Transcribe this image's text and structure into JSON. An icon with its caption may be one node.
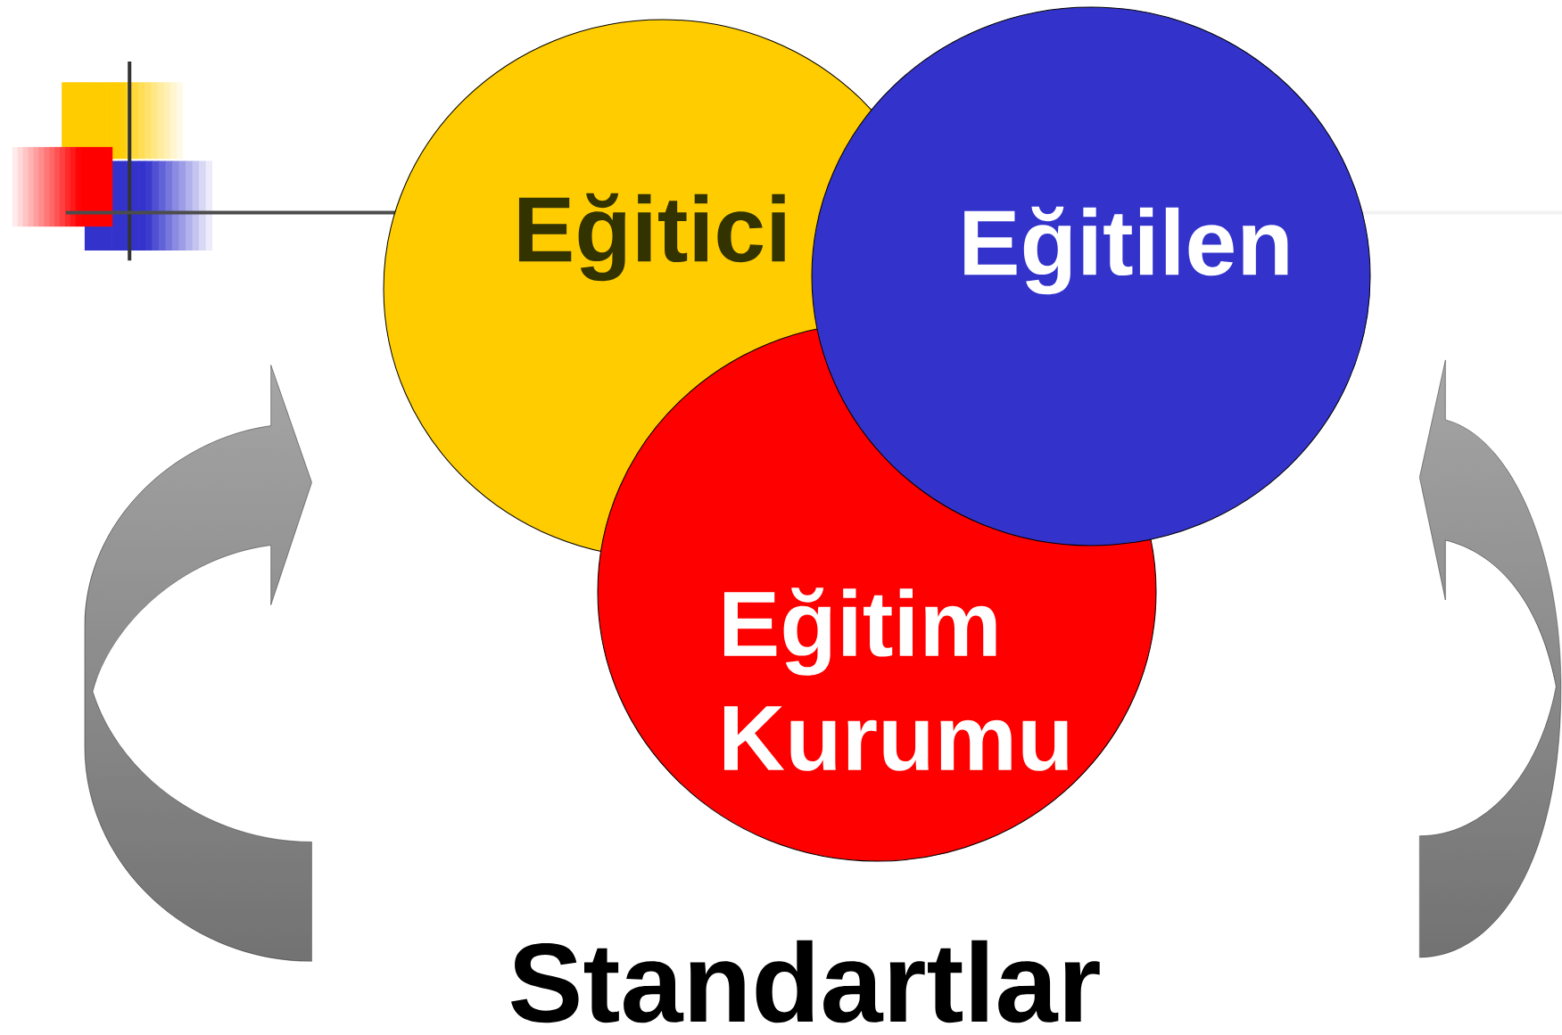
{
  "diagram": {
    "nodes": [
      {
        "text": [
          "Eğitici"
        ]
      },
      {
        "text": [
          "Eğitim Kurumu"
        ]
      },
      {
        "text": [
          "Eğitilen"
        ]
      }
    ],
    "labels": [
      "Standartlar"
    ]
  }
}
